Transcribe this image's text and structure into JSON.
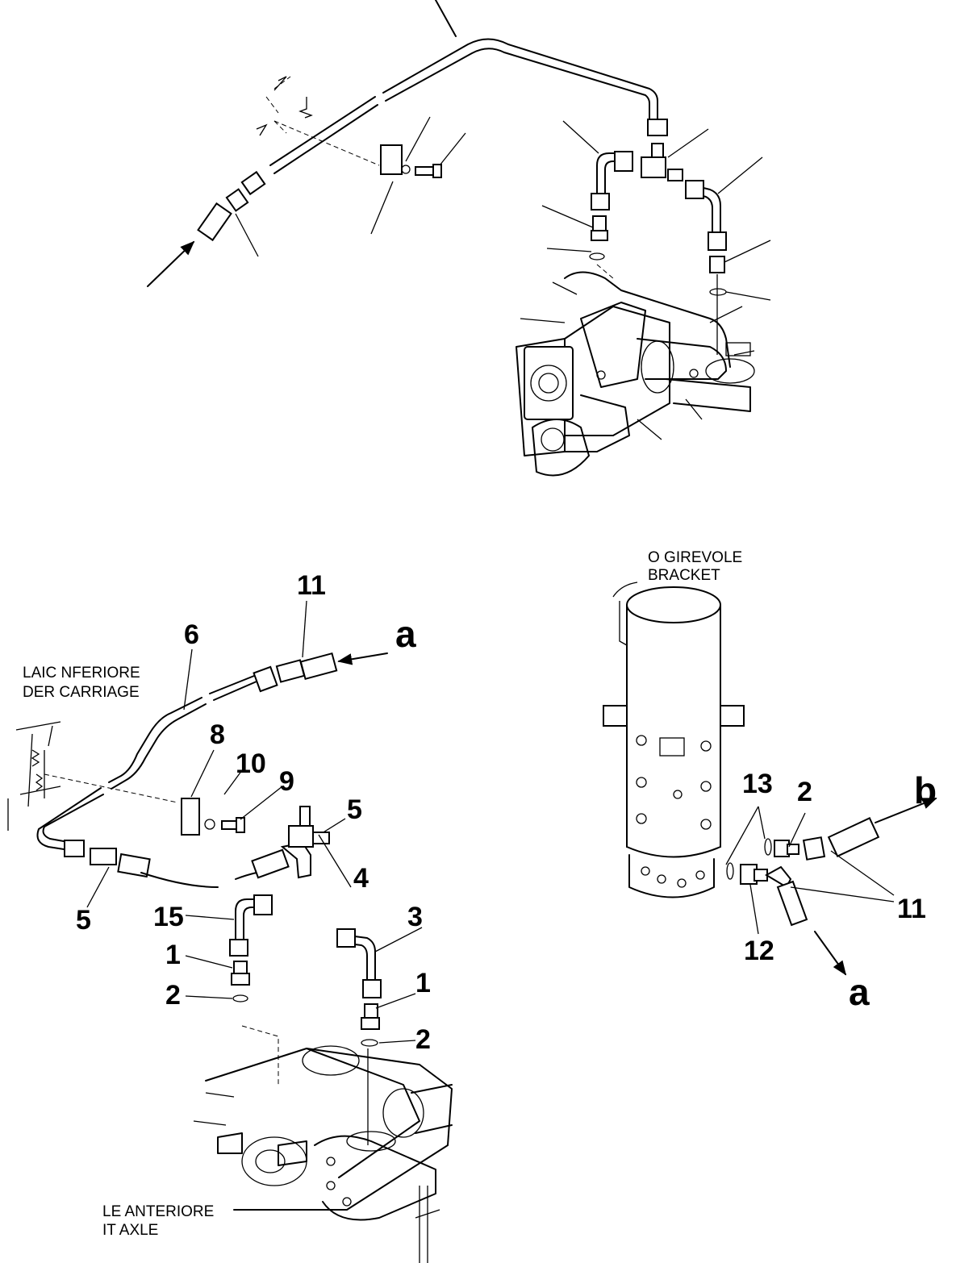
{
  "captions": {
    "swivel_it": "O GIREVOLE",
    "swivel_en": "BRACKET",
    "frame_it": "LAIC  NFERIORE",
    "frame_en": "DER CARRIAGE",
    "axle_it": "LE ANTERIORE",
    "axle_en": "IT AXLE"
  },
  "callouts": {
    "c1a": "1",
    "c1b": "1",
    "c2a": "2",
    "c2b": "2",
    "c2c": "2",
    "c3": "3",
    "c4": "4",
    "c5a": "5",
    "c5b": "5",
    "c6": "6",
    "c8": "8",
    "c9": "9",
    "c10": "10",
    "c11a": "11",
    "c11b": "11",
    "c12": "12",
    "c13": "13",
    "c15": "15"
  },
  "flow_labels": {
    "a1": "a",
    "a2": "a",
    "b": "b"
  }
}
